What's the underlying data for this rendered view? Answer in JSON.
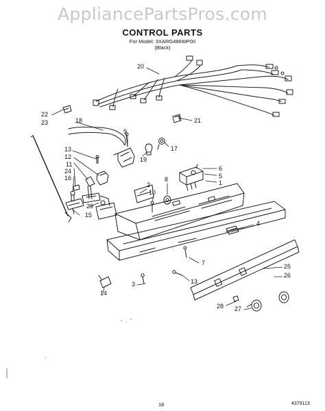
{
  "watermark": "AppliancePartsPros.com",
  "header": {
    "title": "CONTROL PARTS",
    "model_line": "For Model: 3XARG486WP00",
    "color_line": "(Black)"
  },
  "callouts": {
    "c20": "20",
    "c21": "21",
    "c22": "22",
    "c23": "23",
    "c18": "18",
    "c9": "9",
    "c17": "17",
    "c19": "19",
    "c13a": "13",
    "c12": "12",
    "c11": "11",
    "c24": "24",
    "c16": "16",
    "c6": "6",
    "c5": "5",
    "c1": "1",
    "c2": "2",
    "c10": "10",
    "c8": "8",
    "c29": "29",
    "c15": "15",
    "c4": "4",
    "c7": "7",
    "c25": "25",
    "c26": "26",
    "c3": "3",
    "c13b": "13",
    "c14": "14",
    "c28": "28",
    "c27": "27"
  },
  "footer": {
    "page_number": "18",
    "doc_number": "4379113"
  }
}
